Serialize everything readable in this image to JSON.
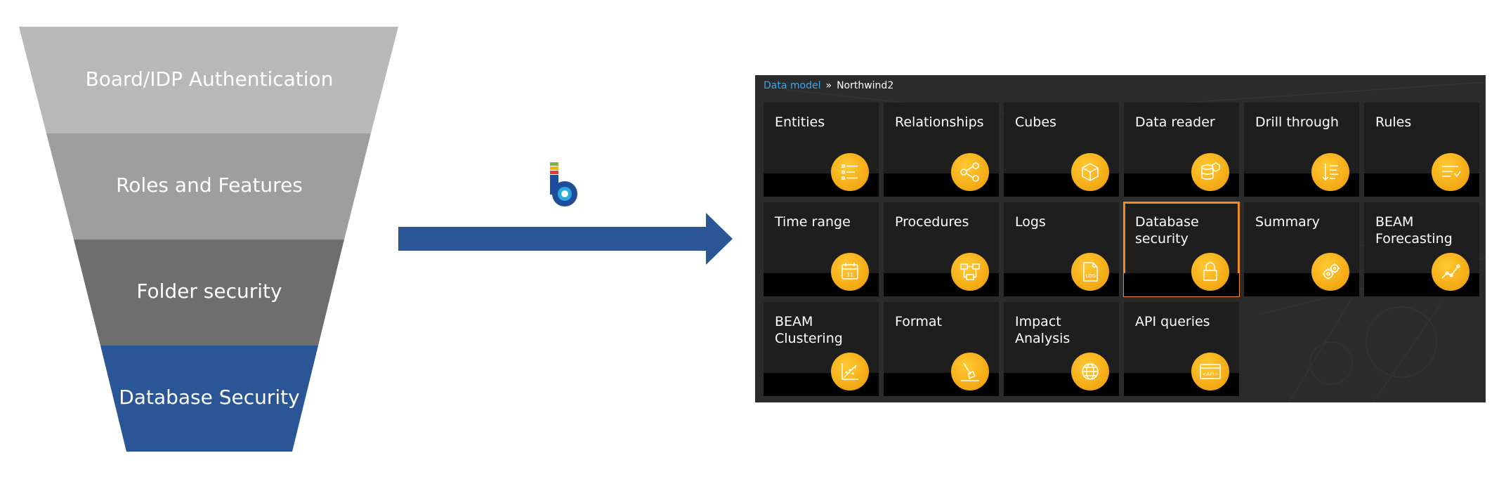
{
  "funnel": {
    "layers": [
      {
        "label": "Board/IDP Authentication",
        "color": "#b8b8b8"
      },
      {
        "label": "Roles and Features",
        "color": "#9e9e9e"
      },
      {
        "label": "Folder security",
        "color": "#6e6e6e"
      },
      {
        "label": "Database Security",
        "color": "#2a5697"
      }
    ]
  },
  "arrow": {
    "color": "#2b5796"
  },
  "logo": {
    "name": "board-logo"
  },
  "panel": {
    "breadcrumb": {
      "link": "Data model",
      "separator": "»",
      "current": "Northwind2"
    },
    "selected_tile": "Database security",
    "tiles": [
      {
        "label": "Entities",
        "icon": "list-icon"
      },
      {
        "label": "Relationships",
        "icon": "relationships-icon"
      },
      {
        "label": "Cubes",
        "icon": "cube-icon"
      },
      {
        "label": "Data reader",
        "icon": "database-icon"
      },
      {
        "label": "Drill through",
        "icon": "drill-through-icon"
      },
      {
        "label": "Rules",
        "icon": "rules-icon"
      },
      {
        "label": "Time range",
        "icon": "calendar-icon"
      },
      {
        "label": "Procedures",
        "icon": "procedures-icon"
      },
      {
        "label": "Logs",
        "icon": "log-file-icon"
      },
      {
        "label": "Database security",
        "icon": "lock-icon"
      },
      {
        "label": "Summary",
        "icon": "gears-icon"
      },
      {
        "label": "BEAM Forecasting",
        "icon": "forecast-icon"
      },
      {
        "label": "BEAM Clustering",
        "icon": "scatter-icon"
      },
      {
        "label": "Format",
        "icon": "format-brush-icon"
      },
      {
        "label": "Impact Analysis",
        "icon": "impact-globe-icon"
      },
      {
        "label": "API queries",
        "icon": "api-window-icon"
      }
    ]
  }
}
